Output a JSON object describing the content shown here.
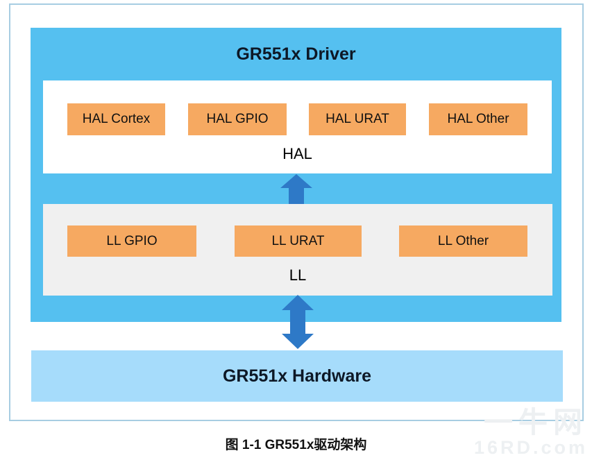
{
  "driver": {
    "title": "GR551x Driver",
    "hal": {
      "modules": [
        "HAL Cortex",
        "HAL GPIO",
        "HAL URAT",
        "HAL Other"
      ],
      "label": "HAL"
    },
    "ll": {
      "modules": [
        "LL GPIO",
        "LL URAT",
        "LL Other"
      ],
      "label": "LL"
    }
  },
  "hardware": {
    "title": "GR551x Hardware"
  },
  "caption": "图 1-1 GR551x驱动架构",
  "watermark": {
    "line1": "一牛网",
    "line2": "16RD.com"
  },
  "colors": {
    "driver_bg": "#55C0F0",
    "hal_bg": "#FFFFFF",
    "ll_bg": "#F0F0F0",
    "module_bg": "#F6A961",
    "hardware_bg": "#A6DCFB",
    "arrow": "#2E79C7",
    "panel_border": "#A7CDE2",
    "title_text": "#0D1826"
  }
}
